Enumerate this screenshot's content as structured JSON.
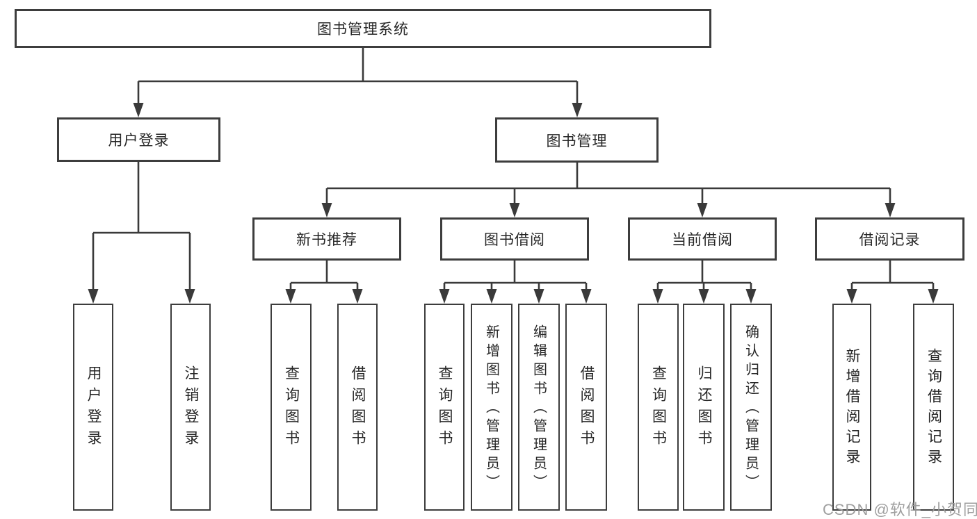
{
  "diagram": {
    "type": "hierarchy",
    "tree": {
      "label": "图书管理系统",
      "children": [
        {
          "label": "用户登录",
          "children": [
            {
              "label": "用户登录"
            },
            {
              "label": "注销登录"
            }
          ]
        },
        {
          "label": "图书管理",
          "children": [
            {
              "label": "新书推荐",
              "children": [
                {
                  "label": "查询图书"
                },
                {
                  "label": "借阅图书"
                }
              ]
            },
            {
              "label": "图书借阅",
              "children": [
                {
                  "label": "查询图书"
                },
                {
                  "label": "新增图书（管理员）"
                },
                {
                  "label": "编辑图书（管理员）"
                },
                {
                  "label": "借阅图书"
                }
              ]
            },
            {
              "label": "当前借阅",
              "children": [
                {
                  "label": "查询图书"
                },
                {
                  "label": "归还图书"
                },
                {
                  "label": "确认归还（管理员）"
                }
              ]
            },
            {
              "label": "借阅记录",
              "children": [
                {
                  "label": "新增借阅记录"
                },
                {
                  "label": "查询借阅记录"
                }
              ]
            }
          ]
        }
      ]
    },
    "line_color": "#3a3a3a",
    "border_color": "#3d3d3d",
    "text_color": "#262626"
  },
  "watermark": {
    "text": "CSDN @软件_小贺同学",
    "color": "#9a9a9a"
  }
}
